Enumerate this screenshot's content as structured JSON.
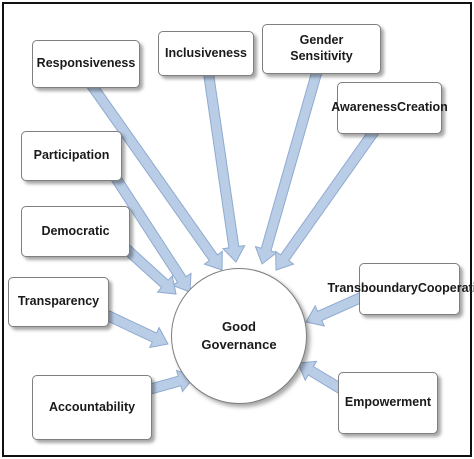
{
  "center": {
    "line1": "Good",
    "line2": "Governance"
  },
  "nodes": [
    {
      "id": "responsiveness",
      "lines": [
        "Responsiveness"
      ]
    },
    {
      "id": "inclusiveness",
      "lines": [
        "Inclusiveness"
      ]
    },
    {
      "id": "gender-sensitivity",
      "lines": [
        "Gender Sensitivity"
      ]
    },
    {
      "id": "awareness-creation",
      "lines": [
        "Awareness",
        "Creation"
      ]
    },
    {
      "id": "participation",
      "lines": [
        "Participation"
      ]
    },
    {
      "id": "democratic",
      "lines": [
        "Democratic"
      ]
    },
    {
      "id": "transparency",
      "lines": [
        "Transparency"
      ]
    },
    {
      "id": "transboundary-cooperation",
      "lines": [
        "Transboundary",
        "Cooperation"
      ]
    },
    {
      "id": "accountability",
      "lines": [
        "Accountability"
      ]
    },
    {
      "id": "empowerment",
      "lines": [
        "Empowerment"
      ]
    }
  ],
  "colors": {
    "arrow_fill": "#b9cde6",
    "arrow_stroke": "#8faad0",
    "box_border": "#7f7f7f",
    "frame_border": "#111111"
  }
}
